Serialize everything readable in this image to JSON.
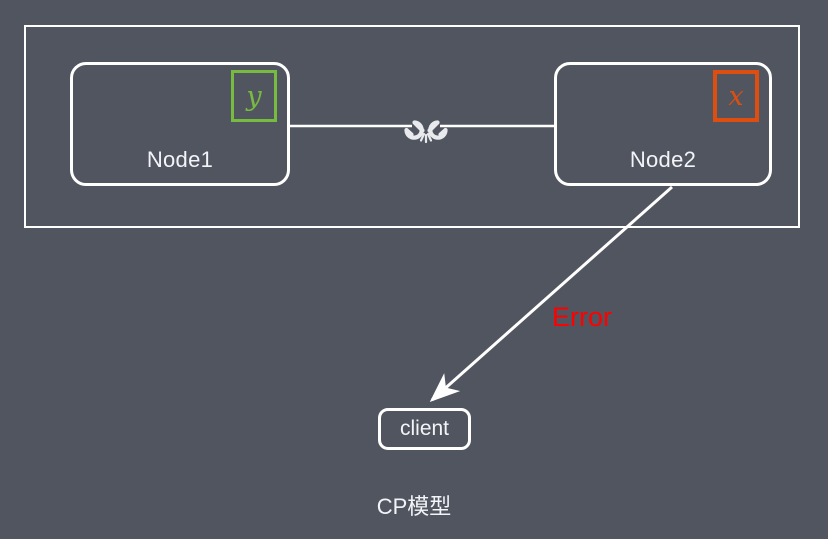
{
  "diagram": {
    "title": "CP模型",
    "background_color": "#51555f",
    "stroke_color": "#ffffff",
    "caption": "CP模型"
  },
  "cluster": {
    "name": "node-cluster",
    "border_color": "#ffffff"
  },
  "nodes": [
    {
      "id": "node1",
      "label": "Node1",
      "variable": "y",
      "variable_color": "#77bb41"
    },
    {
      "id": "node2",
      "label": "Node2",
      "variable": "x",
      "variable_color": "#dd4f10"
    }
  ],
  "client": {
    "label": "client"
  },
  "edges": {
    "replication": {
      "from": "Node1",
      "to": "Node2",
      "state": "broken",
      "icon": "broken-link-icon"
    },
    "error_response": {
      "from": "Node2",
      "to": "client",
      "label": "Error",
      "label_color": "#ff0000",
      "arrow": "true"
    }
  }
}
